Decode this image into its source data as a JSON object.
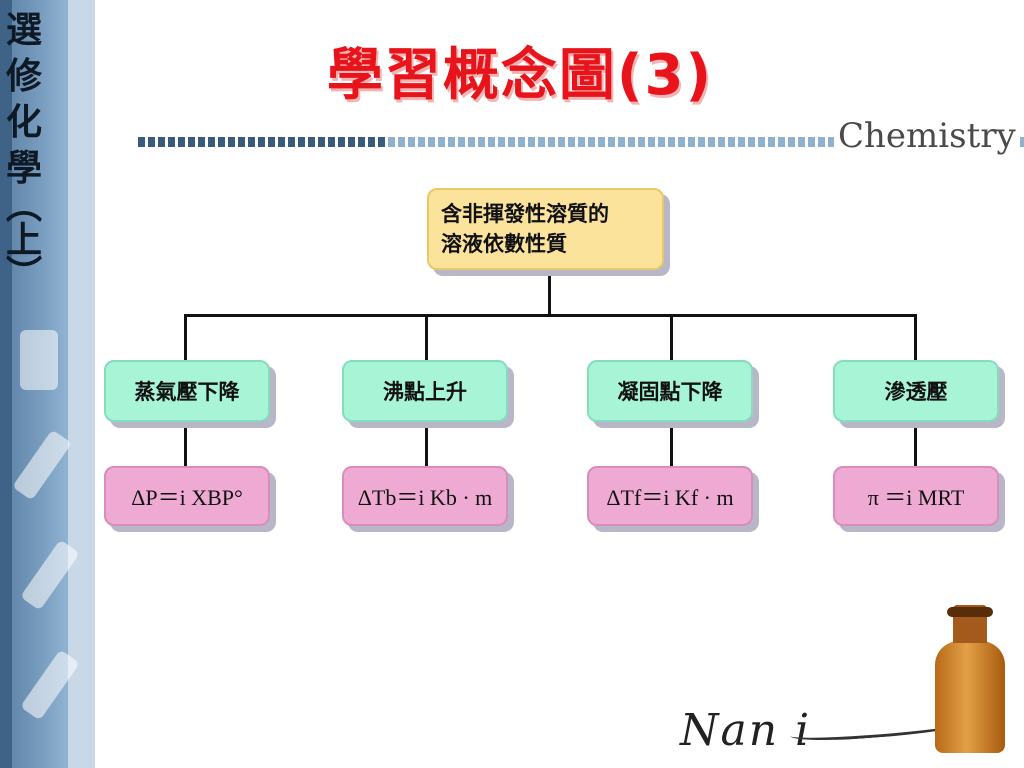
{
  "sidebar": {
    "course_chars": [
      "選",
      "修",
      "化",
      "學",
      "︵",
      "上",
      "︶"
    ]
  },
  "header": {
    "title": "學習概念圖(3)",
    "brand": "Chemistry"
  },
  "root": {
    "line1": "含非揮發性溶質的",
    "line2": "溶液依數性質"
  },
  "properties": [
    {
      "label": "蒸氣壓下降",
      "formula": "ΔP＝i XBP°"
    },
    {
      "label": "沸點上升",
      "formula": "ΔTb＝i Kb · m"
    },
    {
      "label": "凝固點下降",
      "formula": "ΔTf＝i Kf · m"
    },
    {
      "label": "滲透壓",
      "formula": "π ＝i MRT"
    }
  ],
  "footer": {
    "signature": "Nan i"
  }
}
